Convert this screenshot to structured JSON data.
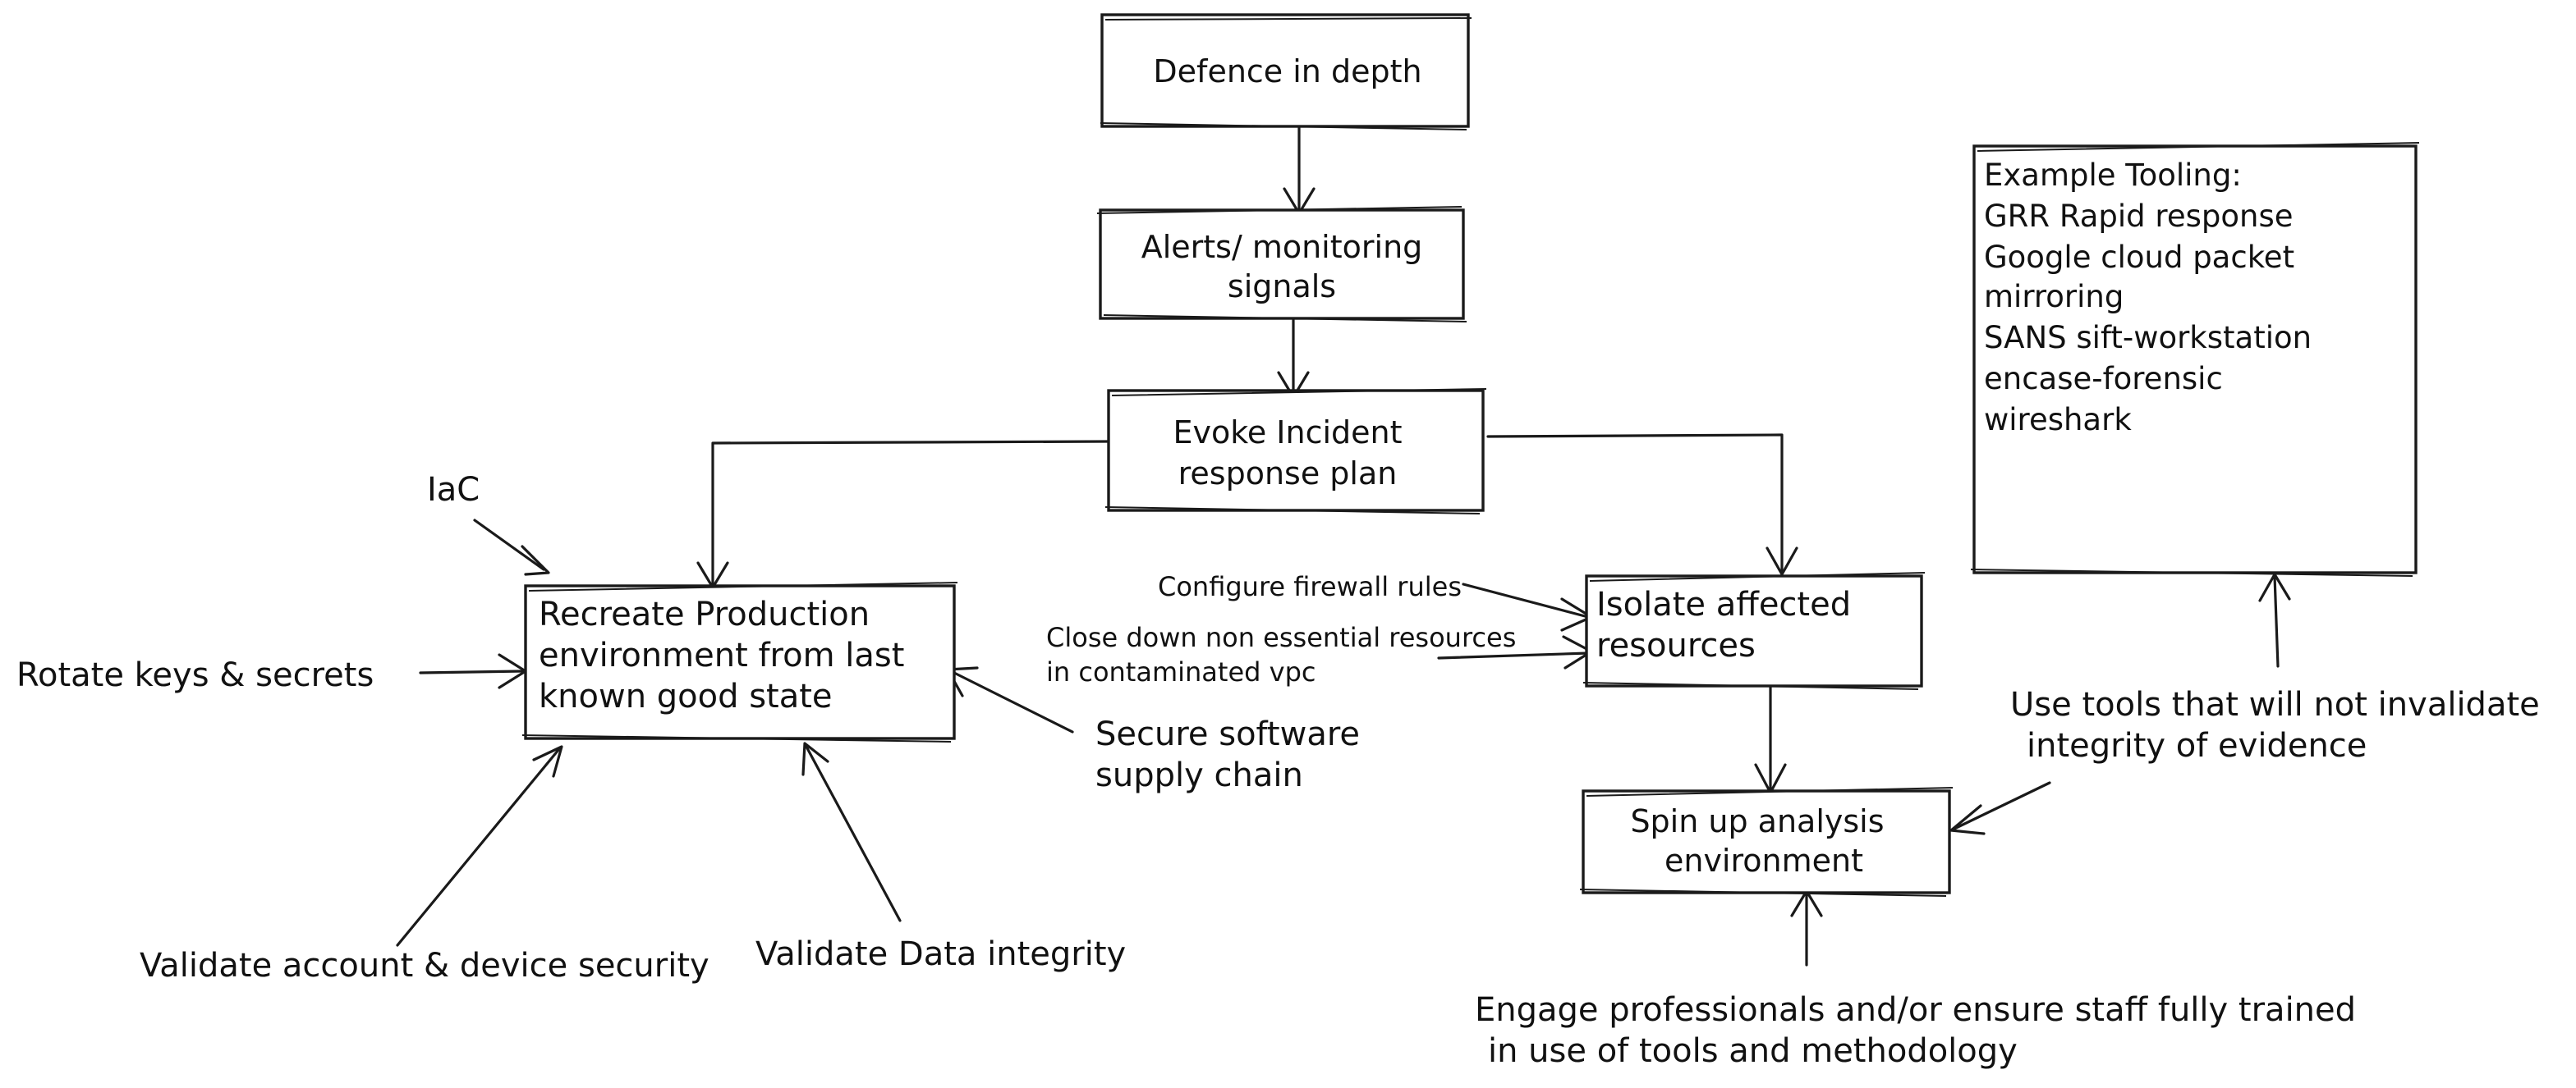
{
  "boxes": {
    "defence": "Defence in depth",
    "alerts": [
      "Alerts/ monitoring",
      "signals"
    ],
    "evoke": [
      "Evoke Incident",
      "response plan"
    ],
    "recreate": [
      "Recreate Production",
      "environment from last",
      "known good state"
    ],
    "isolate": [
      "Isolate affected",
      "resources"
    ],
    "spinup": [
      "Spin up analysis",
      "environment"
    ],
    "tooling": [
      "Example Tooling:",
      "GRR Rapid response",
      "Google cloud packet",
      "mirroring",
      "SANS sift-workstation",
      "encase-forensic",
      "wireshark"
    ]
  },
  "labels": {
    "iac": "IaC",
    "rotate": "Rotate keys & secrets",
    "validate_account": "Validate account & device security",
    "validate_data": "Validate Data integrity",
    "secure_supply": [
      "Secure software",
      "supply chain"
    ],
    "firewall": "Configure firewall rules",
    "close_down": [
      "Close down non essential resources",
      "in contaminated vpc"
    ],
    "use_tools": [
      "Use tools that will not invalidate",
      "integrity of evidence"
    ],
    "engage": [
      "Engage professionals and/or ensure staff fully trained",
      "in use of tools and methodology"
    ]
  }
}
